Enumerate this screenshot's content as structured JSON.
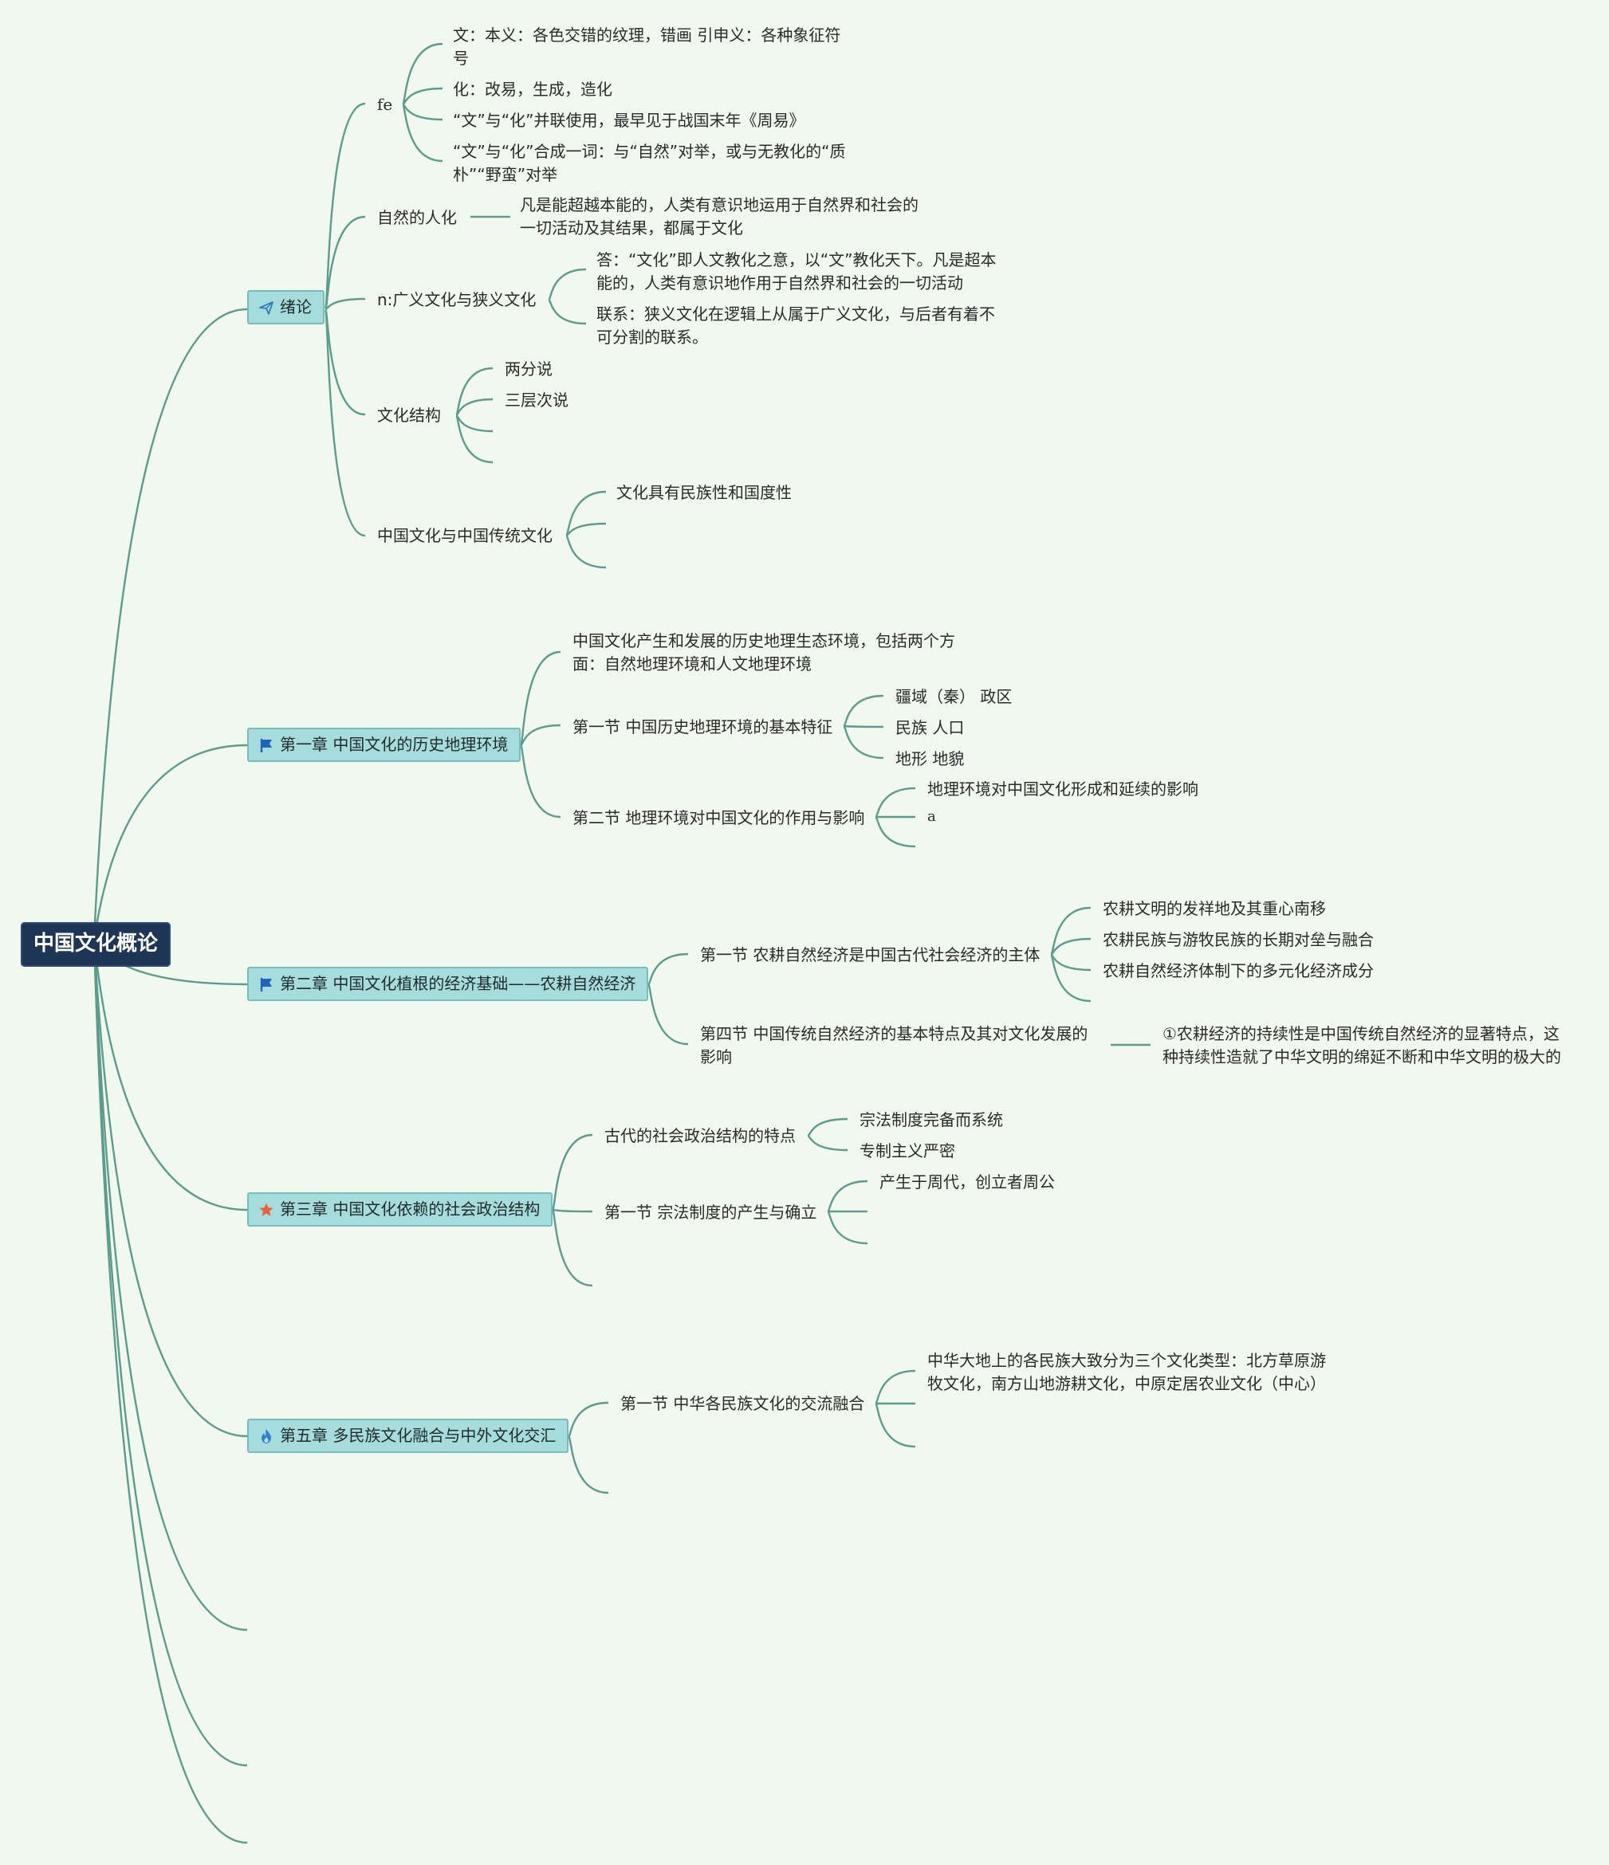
{
  "root": "中国文化概论",
  "chapters": {
    "intro": {
      "label": "绪论",
      "fe": {
        "label": "fe",
        "items": [
          "文：本义：各色交错的纹理，错画 引申义：各种象征符号",
          "化：改易，生成，造化",
          "“文”与“化”并联使用，最早见于战国末年《周易》",
          "“文”与“化”合成一词：与“自然”对举，或与无教化的“质朴”“野蛮”对举"
        ]
      },
      "nature": {
        "label": "自然的人化",
        "detail": "凡是能超越本能的，人类有意识地运用于自然界和社会的一切活动及其结果，都属于文化"
      },
      "broad": {
        "label": "n:广义文化与狭义文化",
        "items": [
          "答：“文化”即人文教化之意，以“文”教化天下。凡是超本能的，人类有意识地作用于自然界和社会的一切活动",
          "联系：狭义文化在逻辑上从属于广义文化，与后者有着不可分割的联系。"
        ]
      },
      "structure": {
        "label": "文化结构",
        "items": [
          "两分说",
          "三层次说"
        ]
      },
      "tradition": {
        "label": "中国文化与中国传统文化",
        "items": [
          "文化具有民族性和国度性"
        ]
      }
    },
    "ch1": {
      "label": "第一章 中国文化的历史地理环境",
      "desc": "中国文化产生和发展的历史地理生态环境，包括两个方面：自然地理环境和人文地理环境",
      "sec1": {
        "label": "第一节 中国历史地理环境的基本特征",
        "items": [
          "疆域（秦） 政区",
          "民族 人口",
          "地形 地貌"
        ]
      },
      "sec2": {
        "label": "第二节 地理环境对中国文化的作用与影响",
        "items": [
          "地理环境对中国文化形成和延续的影响",
          "a"
        ]
      }
    },
    "ch2": {
      "label": "第二章 中国文化植根的经济基础——农耕自然经济",
      "sec1": {
        "label": "第一节 农耕自然经济是中国古代社会经济的主体",
        "items": [
          "农耕文明的发祥地及其重心南移",
          "农耕民族与游牧民族的长期对垒与融合",
          "农耕自然经济体制下的多元化经济成分"
        ]
      },
      "sec4": {
        "label": "第四节 中国传统自然经济的基本特点及其对文化发展的影响",
        "detail": "①农耕经济的持续性是中国传统自然经济的显著特点，这种持续性造就了中华文明的绵延不断和中华文明的极大的"
      }
    },
    "ch3": {
      "label": "第三章 中国文化依赖的社会政治结构",
      "traits": {
        "label": "古代的社会政治结构的特点",
        "items": [
          "宗法制度完备而系统",
          "专制主义严密"
        ]
      },
      "sec1": {
        "label": "第一节 宗法制度的产生与确立",
        "items": [
          "产生于周代，创立者周公"
        ]
      }
    },
    "ch5": {
      "label": "第五章 多民族文化融合与中外文化交汇",
      "sec1": {
        "label": "第一节 中华各民族文化的交流融合",
        "items": [
          "中华大地上的各民族大致分为三个文化类型：北方草原游牧文化，南方山地游耕文化，中原定居农业文化（中心）"
        ]
      }
    }
  },
  "colors": {
    "background": "#f1f9ef",
    "root_fill": "#1f3556",
    "chapter_fill": "#a7dcdd",
    "link": "#5d9b8d"
  },
  "icons": {
    "intro": "paper-plane-icon",
    "ch1": "flag-icon",
    "ch2": "flag-icon",
    "ch3": "star-icon",
    "ch5": "flame-icon"
  }
}
